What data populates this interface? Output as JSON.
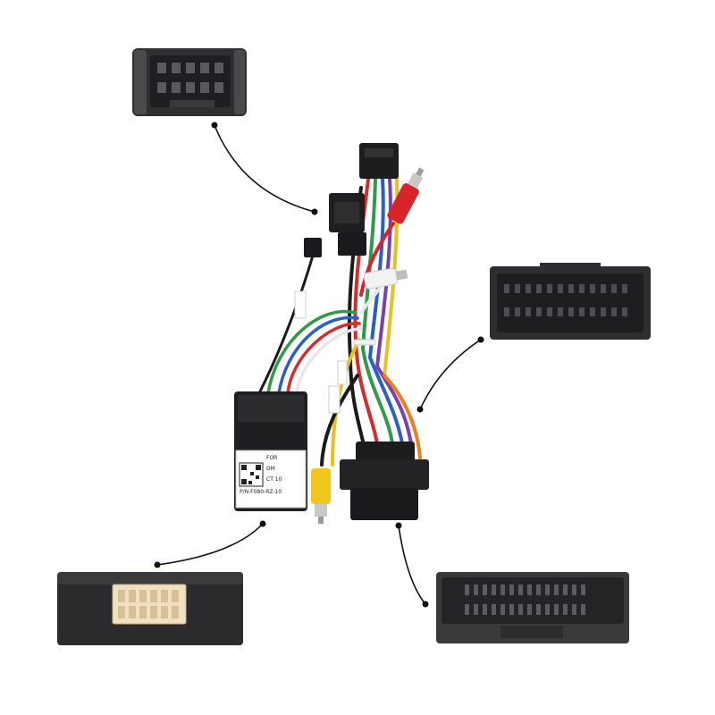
{
  "image": {
    "subject": "car stereo wiring harness with CAN bus decoder box and connectors",
    "background_color": "#ffffff"
  },
  "label_module": {
    "line1": "FOR",
    "line2": "P/N:F080-RZ-10",
    "line3": "DM",
    "line4": "CT 10"
  },
  "colors": {
    "connector_dark": "#3a3a3c",
    "connector_black": "#1c1c1e",
    "rca_red": "#d8232a",
    "rca_yellow": "#f2c51a",
    "plug_white": "#f2f2f2",
    "wire_red": "#d62b2b",
    "wire_green": "#2e9a4a",
    "wire_blue": "#2a5fc7",
    "wire_purple": "#7b3fb0",
    "wire_orange": "#f07d1c",
    "wire_yellow": "#e8c21a",
    "wire_white": "#e8e8e8",
    "pin_cream": "#f3e2c4"
  },
  "callouts": [
    "top-left-connector",
    "right-connector",
    "bottom-left-module",
    "bottom-right-connector"
  ]
}
